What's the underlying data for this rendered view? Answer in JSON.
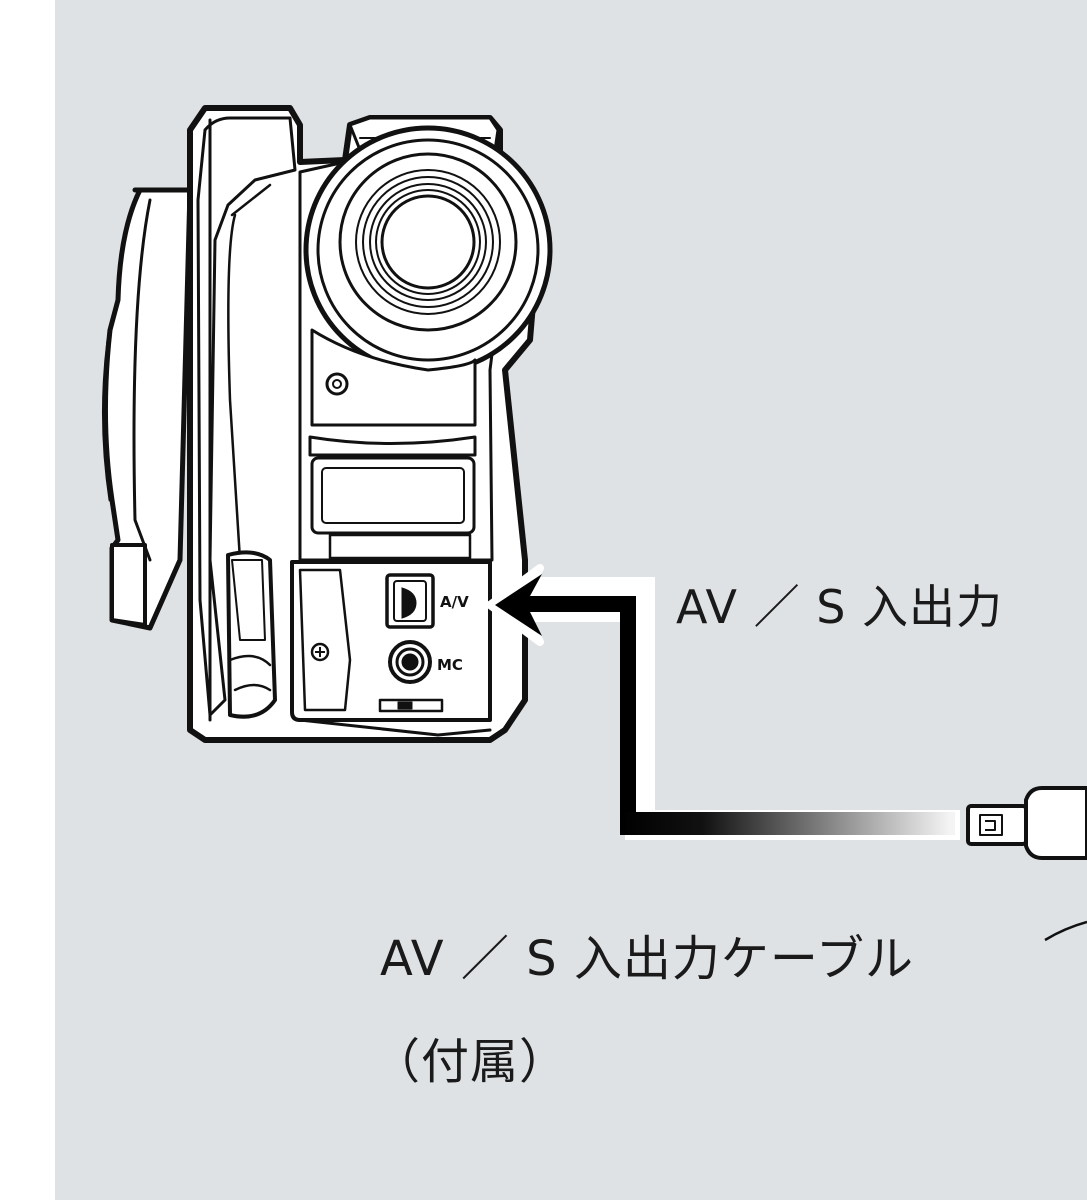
{
  "colors": {
    "background": "#dfe2e4",
    "outer": "#ffffff",
    "line": "#111111"
  },
  "ports": {
    "av": "A/V",
    "mc": "MC"
  },
  "labels": {
    "jack": "AV ／ S 入出力",
    "cable": "AV ／ S 入出力ケーブル",
    "cable_note": "（付属）"
  },
  "icons": {
    "arrow": "arrow-left-icon",
    "screw": "screw-icon"
  }
}
